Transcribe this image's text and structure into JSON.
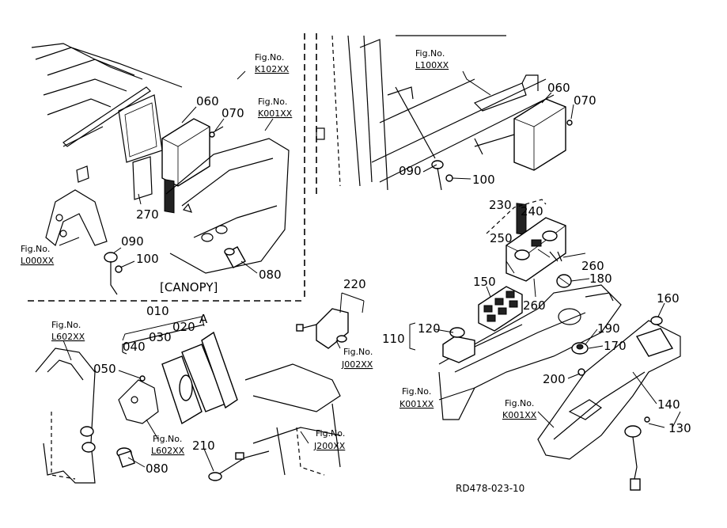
{
  "callouts": {
    "c060a": "060",
    "c070a": "070",
    "c270": "270",
    "c090a": "090",
    "c100a": "100",
    "c080a": "080",
    "c060b": "060",
    "c070b": "070",
    "c090b": "090",
    "c100b": "100",
    "c230": "230",
    "c240": "240",
    "c250": "250",
    "c260a": "260",
    "c260b": "260",
    "c150": "150",
    "c180": "180",
    "c160": "160",
    "c120": "120",
    "c110": "110",
    "c190": "190",
    "c170": "170",
    "c200": "200",
    "c140": "140",
    "c130": "130",
    "c220": "220",
    "c010": "010",
    "c020": "020",
    "c030": "030",
    "c040": "040",
    "cA": "A",
    "c050": "050",
    "c080b": "080",
    "c210": "210"
  },
  "figrefs": {
    "k102": {
      "label": "Fig.No.",
      "code": "K102XX"
    },
    "k001a": {
      "label": "Fig.No.",
      "code": "K001XX"
    },
    "l000": {
      "label": "Fig.No.",
      "code": "L000XX"
    },
    "l100": {
      "label": "Fig.No.",
      "code": "L100XX"
    },
    "k001b": {
      "label": "Fig.No.",
      "code": "K001XX"
    },
    "k001c": {
      "label": "Fig.No.",
      "code": "K001XX"
    },
    "l602a": {
      "label": "Fig.No.",
      "code": "L602XX"
    },
    "l602b": {
      "label": "Fig.No.",
      "code": "L602XX"
    },
    "j002": {
      "label": "Fig.No.",
      "code": "J002XX"
    },
    "j200": {
      "label": "Fig.No.",
      "code": "J200XX"
    }
  },
  "canopy_label": "[CANOPY]",
  "drawing_code": "RD478-023-10"
}
